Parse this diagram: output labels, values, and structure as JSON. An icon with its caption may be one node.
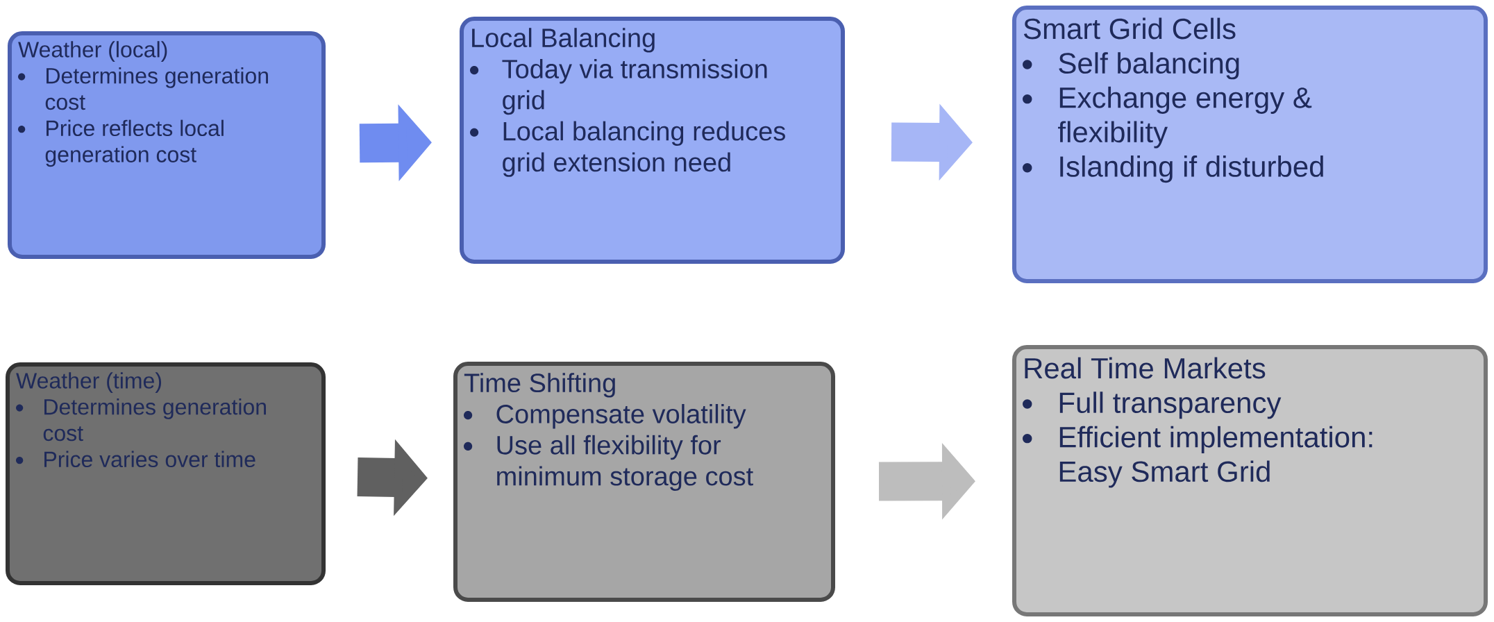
{
  "diagram": {
    "nodes": [
      {
        "text": [
          "Weather (local)",
          "Determines generation cost",
          "Price reflects local generation cost"
        ]
      },
      {
        "text": [
          "Local Balancing",
          "Today via transmission grid",
          "Local balancing reduces grid extension need"
        ]
      },
      {
        "text": [
          "Smart Grid Cells",
          "Self balancing",
          "Exchange energy & flexibility",
          "Islanding if disturbed"
        ]
      },
      {
        "text": [
          "Weather (time)",
          "Determines generation cost",
          "Price varies over time"
        ]
      },
      {
        "text": [
          "Time Shifting",
          "Compensate volatility",
          "Use all flexibility for minimum storage cost"
        ]
      },
      {
        "text": [
          "Real Time Markets",
          "Full transparency",
          "Efficient implementation: Easy Smart Grid"
        ]
      }
    ],
    "edges": [
      {
        "from": 0,
        "to": 1,
        "arrow": "to",
        "color": "#6f8cf0"
      },
      {
        "from": 1,
        "to": 2,
        "arrow": "to",
        "color": "#a6b6f6"
      },
      {
        "from": 3,
        "to": 4,
        "arrow": "to",
        "color": "#606060"
      },
      {
        "from": 4,
        "to": 5,
        "arrow": "to",
        "color": "#bdbdbd"
      }
    ]
  }
}
